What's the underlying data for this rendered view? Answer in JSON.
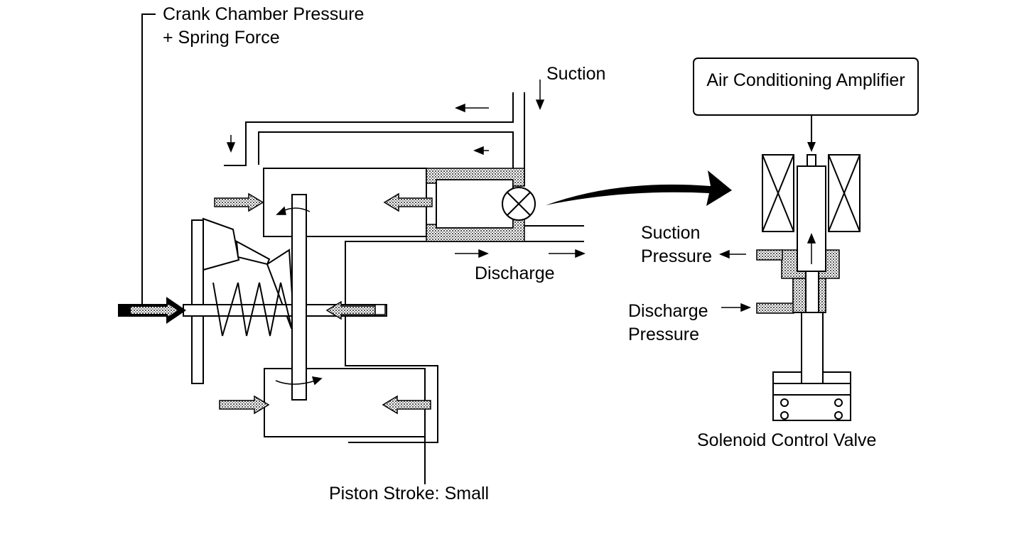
{
  "labels": {
    "crank_line1": "Crank Chamber Pressure",
    "crank_line2": "+ Spring Force",
    "suction_top": "Suction",
    "discharge": "Discharge",
    "piston_stroke": "Piston Stroke: Small",
    "amplifier": "Air Conditioning Amplifier",
    "suction_pressure_line1": "Suction",
    "suction_pressure_line2": "Pressure",
    "discharge_pressure_line1": "Discharge",
    "discharge_pressure_line2": "Pressure",
    "solenoid_valve": "Solenoid Control Valve"
  },
  "colors": {
    "line": "#000000",
    "hatch_fill": "#c8c8c8",
    "background": "#ffffff"
  }
}
